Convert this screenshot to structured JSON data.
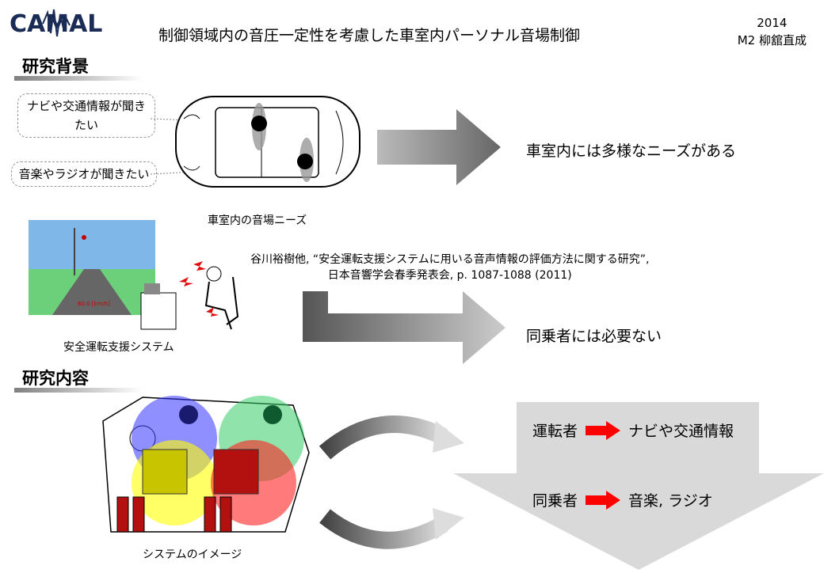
{
  "logo": {
    "text": "CAMAL"
  },
  "header": {
    "title": "制御領域内の音圧一定性を考慮した車室内パーソナル音場制御",
    "year": "2014",
    "author": "M2 柳舘直成"
  },
  "background": {
    "heading": "研究背景",
    "bubble_navi": "ナビや交通情報が聞きたい",
    "bubble_music": "音楽やラジオが聞きたい",
    "car_caption": "車室内の音場ニーズ",
    "result_needs": "車室内には多様なニーズがある",
    "sim_speed": "60.0  [km/h]",
    "system_caption": "安全運転支援システム",
    "citation_line1": "谷川裕樹他, “安全運転支援システムに用いる音声情報の評価方法に関する研究”,",
    "citation_line2": "日本音響学会春季発表会, p. 1087-1088 (2011)",
    "result_passenger": "同乗者には必要ない"
  },
  "content": {
    "heading": "研究内容",
    "image_caption": "システムのイメージ",
    "rows": [
      {
        "role": "運転者",
        "need": "ナビや交通情報"
      },
      {
        "role": "同乗者",
        "need": "音楽, ラジオ"
      }
    ]
  },
  "colors": {
    "accent_arrow": "#ff0000",
    "zone_blue": "#3333ff",
    "zone_green": "#33cc66",
    "zone_yellow": "#ffff00",
    "zone_red": "#ff2222"
  }
}
